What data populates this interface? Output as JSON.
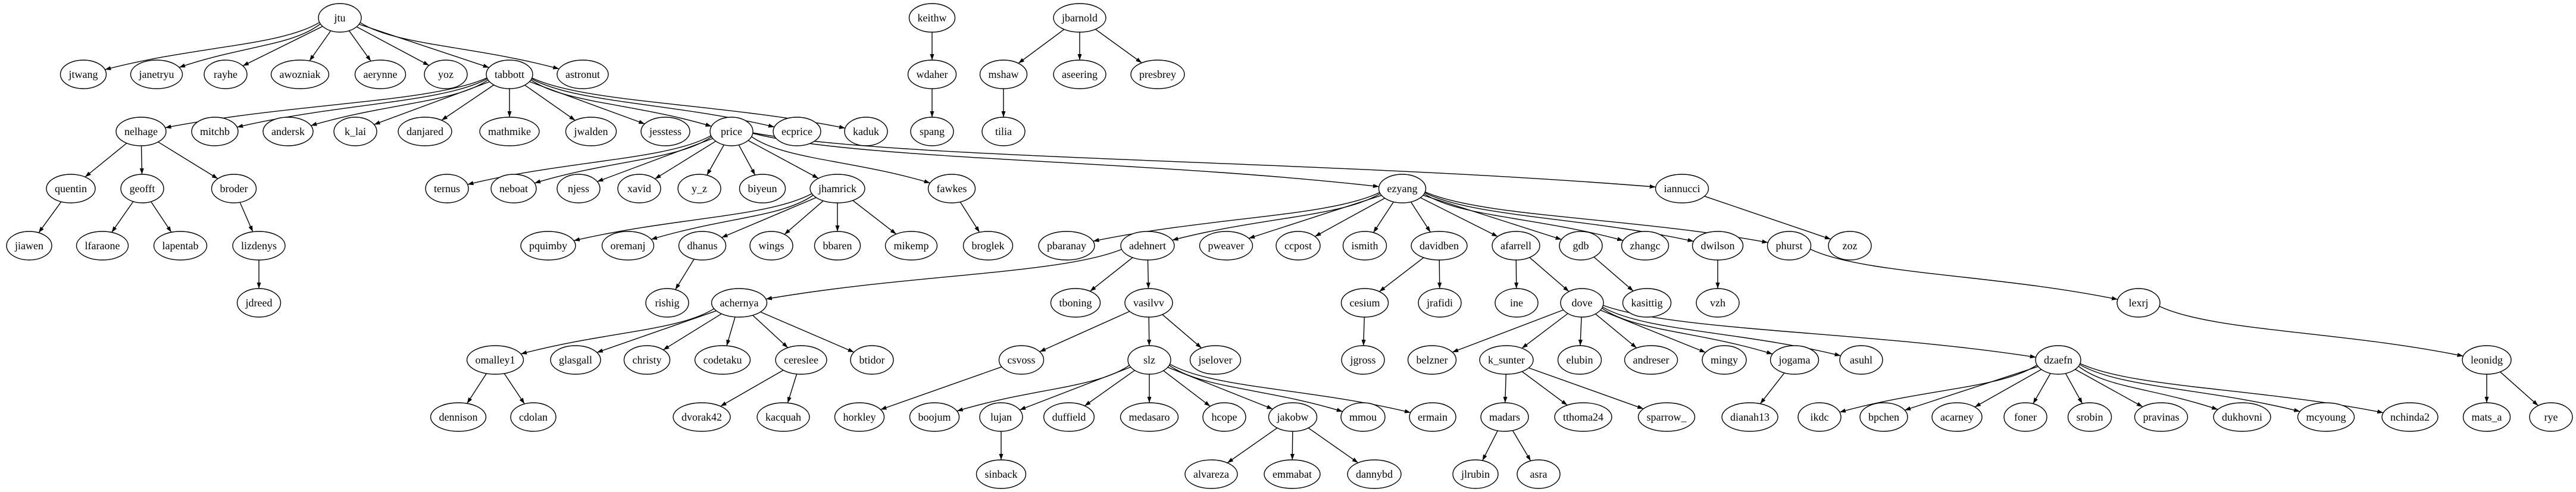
{
  "diagram": {
    "type": "directed-tree",
    "colors": {
      "stroke": "#000000",
      "fill": "#ffffff",
      "text": "#000000"
    },
    "nodes": [
      "jtu",
      "jtwang",
      "janetryu",
      "rayhe",
      "awozniak",
      "aerynne",
      "yoz",
      "tabbott",
      "astronut",
      "nelhage",
      "mitchb",
      "andersk",
      "k_lai",
      "danjared",
      "mathmike",
      "jwalden",
      "jesstess",
      "price",
      "ecprice",
      "kaduk",
      "quentin",
      "geofft",
      "broder",
      "jiawen",
      "lfaraone",
      "lapentab",
      "lizdenys",
      "jdreed",
      "keithw",
      "wdaher",
      "spang",
      "jbarnold",
      "mshaw",
      "aseering",
      "presbrey",
      "tilia",
      "ternus",
      "neboat",
      "njess",
      "xavid",
      "y_z",
      "biyeun",
      "jhamrick",
      "fawkes",
      "ezyang",
      "iannucci",
      "pquimby",
      "oremanj",
      "dhanus",
      "wings",
      "bbaren",
      "mikemp",
      "broglek",
      "rishig",
      "pbaranay",
      "adehnert",
      "pweaver",
      "ccpost",
      "ismith",
      "davidben",
      "afarrell",
      "gdb",
      "zhangc",
      "dwilson",
      "phurst",
      "zoz",
      "achernya",
      "tboning",
      "vasilvv",
      "omalley1",
      "glasgall",
      "christy",
      "codetaku",
      "cereslee",
      "btidor",
      "dennison",
      "cdolan",
      "dvorak42",
      "kacquah",
      "csvoss",
      "slz",
      "jselover",
      "horkley",
      "boojum",
      "lujan",
      "duffield",
      "medasaro",
      "hcope",
      "jakobw",
      "mmou",
      "ermain",
      "sinback",
      "alvareza",
      "emmabat",
      "dannybd",
      "cesium",
      "jrafidi",
      "jgross",
      "ine",
      "dove",
      "kasittig",
      "vzh",
      "lexrj",
      "leonidg",
      "mats_a",
      "rye",
      "belzner",
      "k_sunter",
      "elubin",
      "andreser",
      "mingy",
      "jogama",
      "asuhl",
      "dzaefn",
      "madars",
      "tthoma24",
      "sparrow_",
      "jlrubin",
      "asra",
      "dianah13",
      "ikdc",
      "bpchen",
      "acarney",
      "foner",
      "srobin",
      "pravinas",
      "dukhovni",
      "mcyoung",
      "nchinda2"
    ],
    "edges": {
      "jtu": [
        "jtwang",
        "janetryu",
        "rayhe",
        "awozniak",
        "aerynne",
        "yoz",
        "tabbott",
        "astronut"
      ],
      "tabbott": [
        "nelhage",
        "mitchb",
        "andersk",
        "k_lai",
        "danjared",
        "mathmike",
        "jwalden",
        "jesstess",
        "price",
        "ecprice",
        "kaduk"
      ],
      "nelhage": [
        "quentin",
        "geofft",
        "broder"
      ],
      "quentin": [
        "jiawen"
      ],
      "geofft": [
        "lfaraone",
        "lapentab"
      ],
      "broder": [
        "lizdenys"
      ],
      "lizdenys": [
        "jdreed"
      ],
      "keithw": [
        "wdaher"
      ],
      "wdaher": [
        "spang"
      ],
      "jbarnold": [
        "mshaw",
        "aseering",
        "presbrey"
      ],
      "mshaw": [
        "tilia"
      ],
      "price": [
        "ternus",
        "neboat",
        "njess",
        "xavid",
        "y_z",
        "biyeun",
        "jhamrick",
        "fawkes",
        "ezyang",
        "iannucci"
      ],
      "jhamrick": [
        "pquimby",
        "oremanj",
        "dhanus",
        "wings",
        "bbaren",
        "mikemp"
      ],
      "fawkes": [
        "broglek"
      ],
      "dhanus": [
        "rishig"
      ],
      "ezyang": [
        "pbaranay",
        "adehnert",
        "pweaver",
        "ccpost",
        "ismith",
        "davidben",
        "afarrell",
        "gdb",
        "zhangc",
        "dwilson",
        "phurst"
      ],
      "iannucci": [
        "zoz"
      ],
      "adehnert": [
        "achernya",
        "tboning",
        "vasilvv"
      ],
      "achernya": [
        "omalley1",
        "glasgall",
        "christy",
        "codetaku",
        "cereslee",
        "btidor"
      ],
      "omalley1": [
        "dennison",
        "cdolan"
      ],
      "cereslee": [
        "dvorak42",
        "kacquah"
      ],
      "vasilvv": [
        "csvoss",
        "slz",
        "jselover"
      ],
      "csvoss": [
        "horkley"
      ],
      "slz": [
        "boojum",
        "lujan",
        "duffield",
        "medasaro",
        "hcope",
        "jakobw",
        "mmou",
        "ermain"
      ],
      "lujan": [
        "sinback"
      ],
      "jakobw": [
        "alvareza",
        "emmabat",
        "dannybd"
      ],
      "davidben": [
        "cesium",
        "jrafidi"
      ],
      "cesium": [
        "jgross"
      ],
      "afarrell": [
        "ine",
        "dove"
      ],
      "gdb": [
        "kasittig"
      ],
      "dwilson": [
        "vzh"
      ],
      "phurst": [
        "lexrj"
      ],
      "lexrj": [
        "leonidg"
      ],
      "leonidg": [
        "mats_a",
        "rye"
      ],
      "dove": [
        "belzner",
        "k_sunter",
        "elubin",
        "andreser",
        "mingy",
        "jogama",
        "asuhl",
        "dzaefn"
      ],
      "k_sunter": [
        "madars",
        "tthoma24",
        "sparrow_"
      ],
      "madars": [
        "jlrubin",
        "asra"
      ],
      "jogama": [
        "dianah13"
      ],
      "dzaefn": [
        "ikdc",
        "bpchen",
        "acarney",
        "foner",
        "srobin",
        "pravinas",
        "dukhovni",
        "mcyoung",
        "nchinda2"
      ]
    }
  }
}
